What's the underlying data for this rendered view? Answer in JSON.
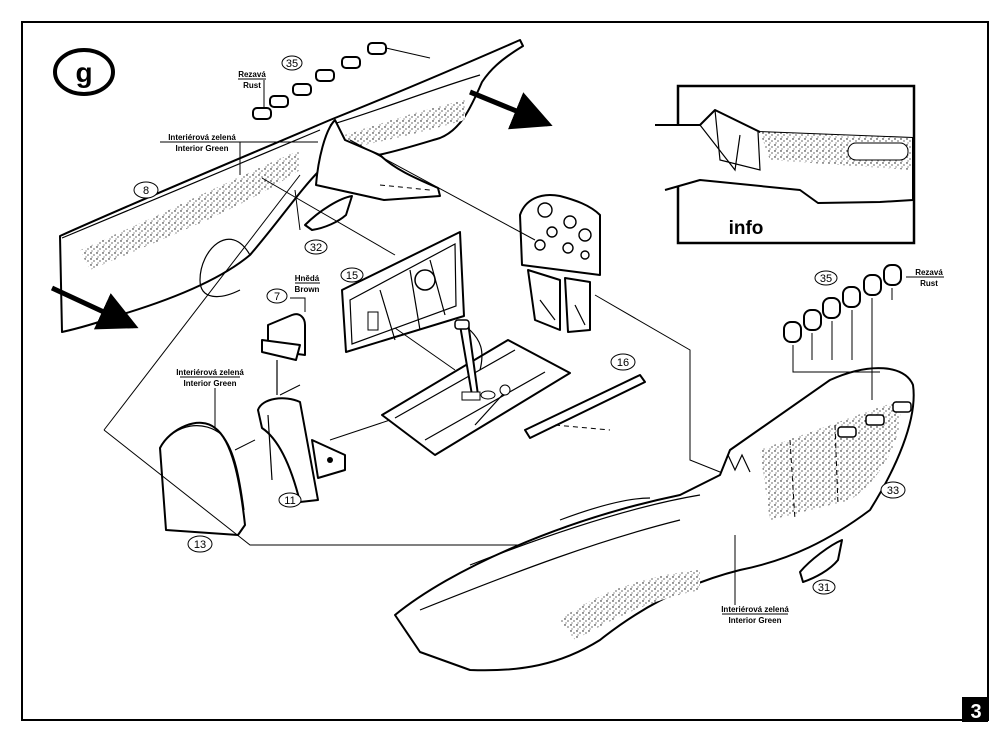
{
  "step": {
    "letter": "g"
  },
  "page": {
    "number": "3"
  },
  "colors": {
    "ink": "#000000",
    "paper": "#ffffff"
  },
  "paint_callouts": {
    "rust_top": {
      "cz": "Rezavá",
      "en": "Rust"
    },
    "rust_right": {
      "cz": "Rezavá",
      "en": "Rust"
    },
    "interior_green_top": {
      "cz": "Interiérová zelená",
      "en": "Interior Green"
    },
    "interior_green_left": {
      "cz": "Interiérová zelená",
      "en": "Interior Green"
    },
    "interior_green_bottom": {
      "cz": "Interiérová zelená",
      "en": "Interior Green"
    },
    "brown": {
      "cz": "Hnědá",
      "en": "Brown"
    }
  },
  "parts": {
    "p8": "8",
    "p35_top": "35",
    "p35_right": "35",
    "p32": "32",
    "p15": "15",
    "p7": "7",
    "p16": "16",
    "p11": "11",
    "p13": "13",
    "p33": "33",
    "p31": "31"
  },
  "info_box": {
    "label": "info"
  }
}
